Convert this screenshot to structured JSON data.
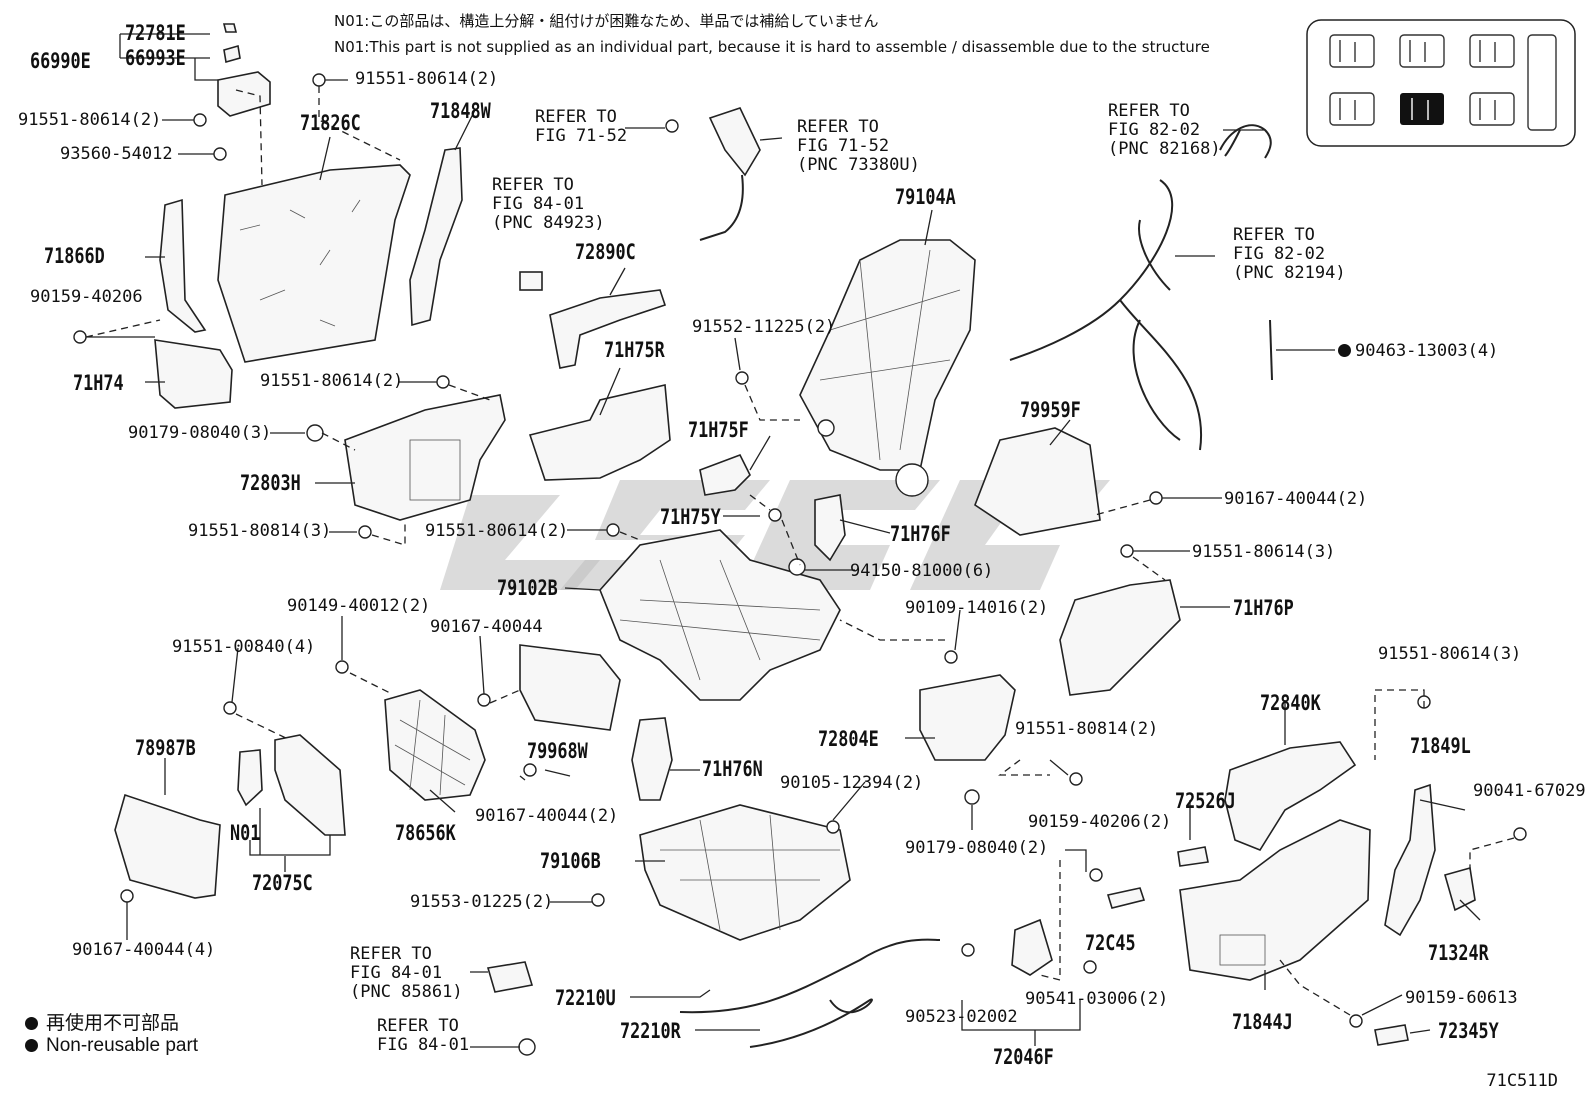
{
  "notes": {
    "jp": "N01:この部品は、構造上分解・組付けが困難なため、単品では補給していません",
    "en": "N01:This part is not supplied as an individual part, because it is hard to assemble / disassemble due to the structure"
  },
  "legend": {
    "jp": "再使用不可部品",
    "en": "Non-reusable part"
  },
  "figure_code": "71C511D",
  "labels": {
    "p72781E": "72781E",
    "p66990E": "66990E",
    "p66993E": "66993E",
    "b91551_80614_top": "91551-80614(2)",
    "b91551_80614_left": "91551-80614(2)",
    "b93560": "93560-54012",
    "p71826C": "71826C",
    "p71848W": "71848W",
    "p71866D": "71866D",
    "b90159_40206": "90159-40206",
    "p71H74": "71H74",
    "b91551_80614_mid": "91551-80614(2)",
    "b90179_08040_3": "90179-08040(3)",
    "p72803H": "72803H",
    "b91551_80814_3": "91551-80814(3)",
    "b91551_80614_c": "91551-80614(2)",
    "p79102B": "79102B",
    "b90149": "90149-40012(2)",
    "b90167_40044_a": "90167-40044",
    "b91551_00840": "91551-00840(4)",
    "p78987B": "78987B",
    "pN01": "N01",
    "p72075C": "72075C",
    "b90167_40044_4": "90167-40044(4)",
    "p78656K": "78656K",
    "p79968W": "79968W",
    "b90167_40044_2b": "90167-40044(2)",
    "p71H76N": "71H76N",
    "b90105": "90105-12394(2)",
    "p79106B": "79106B",
    "b91553": "91553-01225(2)",
    "p72210U": "72210U",
    "p72210R": "72210R",
    "b90523": "90523-02002",
    "p72046F": "72046F",
    "b90541": "90541-03006(2)",
    "p72C45": "72C45",
    "b90159_40206_2": "90159-40206(2)",
    "b90179_08040_2": "90179-08040(2)",
    "b91551_80814_2": "91551-80814(2)",
    "p72804E": "72804E",
    "b90109": "90109-14016(2)",
    "b94150": "94150-81000(6)",
    "p71H76F": "71H76F",
    "p71H75Y": "71H75Y",
    "p71H75F": "71H75F",
    "p71H75R": "71H75R",
    "b91552": "91552-11225(2)",
    "p72890C": "72890C",
    "p79104A": "79104A",
    "p79959F": "79959F",
    "b90167_40044_2r": "90167-40044(2)",
    "b91551_80614_3a": "91551-80614(3)",
    "p71H76P": "71H76P",
    "b91551_80614_3b": "91551-80614(3)",
    "p72840K": "72840K",
    "p71849L": "71849L",
    "b90041": "90041-67029",
    "p72526J": "72526J",
    "p71324R": "71324R",
    "p71844J": "71844J",
    "b90159_60613": "90159-60613",
    "p72345Y": "72345Y",
    "b90463": "90463-13003(4)"
  },
  "refer_blocks": [
    {
      "id": "r1",
      "lines": [
        "REFER TO",
        "FIG 71-52"
      ]
    },
    {
      "id": "r2",
      "lines": [
        "REFER TO",
        "FIG 71-52",
        "(PNC 73380U)"
      ]
    },
    {
      "id": "r3",
      "lines": [
        "REFER TO",
        "FIG 84-01",
        "(PNC 84923)"
      ]
    },
    {
      "id": "r4",
      "lines": [
        "REFER TO",
        "FIG 82-02",
        "(PNC 82168)"
      ]
    },
    {
      "id": "r5",
      "lines": [
        "REFER TO",
        "FIG 82-02",
        "(PNC 82194)"
      ]
    },
    {
      "id": "r6",
      "lines": [
        "REFER TO",
        "FIG 84-01",
        "(PNC 85861)"
      ]
    },
    {
      "id": "r7",
      "lines": [
        "REFER TO",
        "FIG 84-01"
      ]
    }
  ]
}
